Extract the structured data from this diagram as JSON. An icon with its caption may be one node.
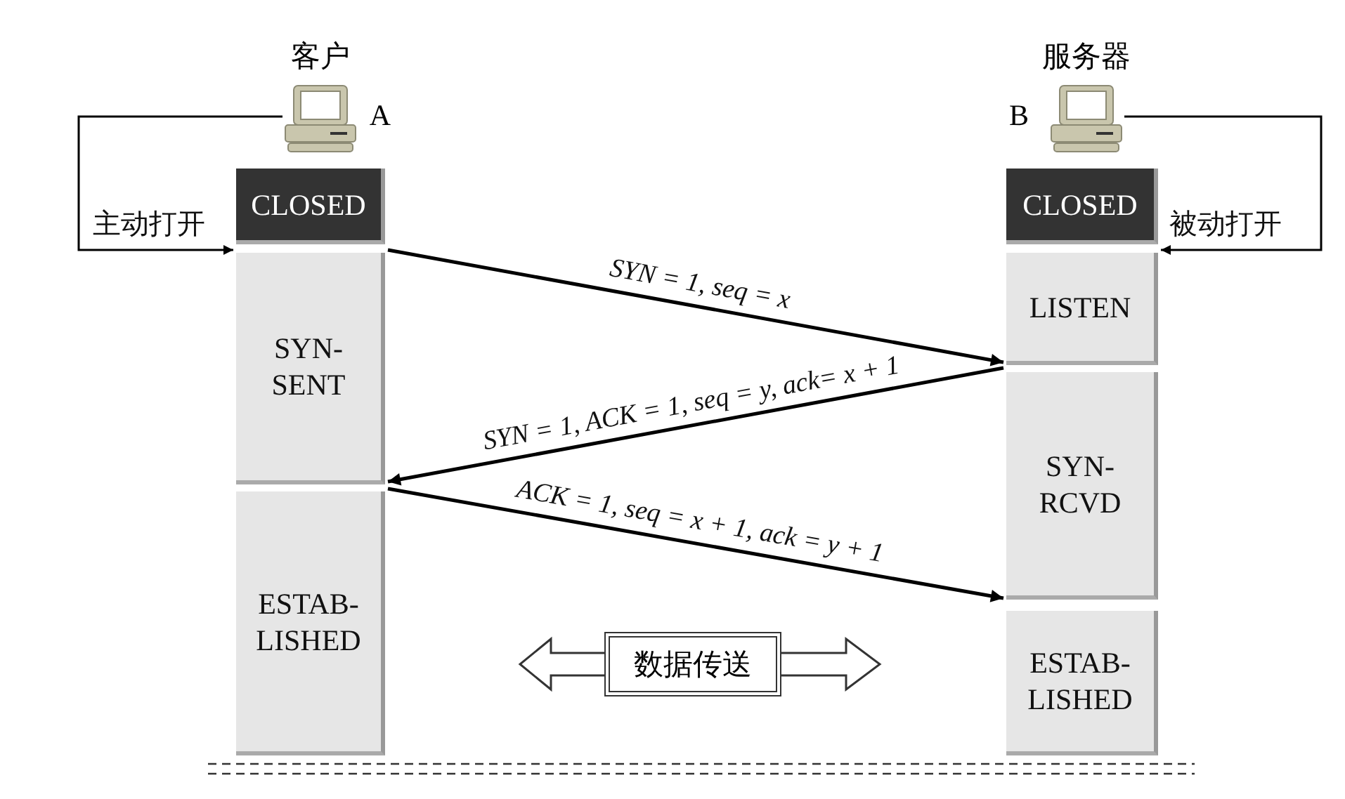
{
  "diagram": {
    "nodes": [
      {
        "text": [
          "客户"
        ],
        "beside": [
          "A"
        ]
      },
      {
        "text": [
          "CLOSED"
        ]
      },
      {
        "text": [
          "SYN- SENT"
        ]
      },
      {
        "text": [
          "ESTAB- LISHED"
        ]
      },
      {
        "text": [
          "服务器"
        ],
        "beside": [
          "B"
        ]
      },
      {
        "text": [
          "CLOSED"
        ]
      },
      {
        "text": [
          "LISTEN"
        ]
      },
      {
        "text": [
          "SYN- RCVD"
        ]
      },
      {
        "text": [
          "ESTAB- LISHED"
        ]
      },
      {
        "text": [
          "数据传送"
        ]
      }
    ],
    "edges": [
      {
        "from": 0,
        "to": 1,
        "arrow": "to",
        "label": "主动打开"
      },
      {
        "from": 4,
        "to": 5,
        "arrow": "to",
        "label": "被动打开"
      },
      {
        "from": 1,
        "to": 6,
        "arrow": "to",
        "label": "SYN = 1, seq = x"
      },
      {
        "from": 6,
        "to": 2,
        "arrow": "to",
        "label": "SYN = 1, ACK = 1, seq = y, ack= x + 1"
      },
      {
        "from": 2,
        "to": 7,
        "arrow": "to",
        "label": "ACK = 1, seq = x + 1, ack = y + 1"
      },
      {
        "from": 9,
        "to": null,
        "arrow": "to"
      },
      {
        "from": 9,
        "to": null,
        "arrow": "to"
      }
    ]
  }
}
